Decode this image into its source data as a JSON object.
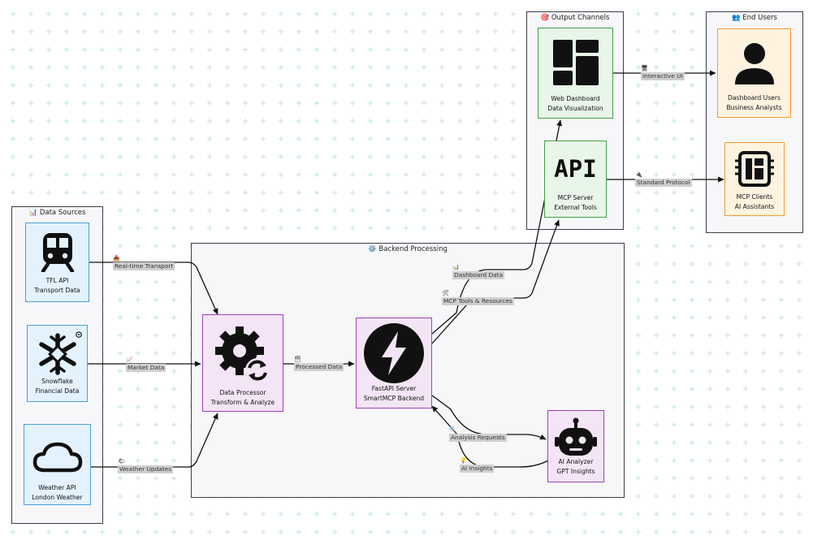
{
  "groups": {
    "data_sources": "📊 Data Sources",
    "backend": "⚙️ Backend Processing",
    "output": "🎯 Output Channels",
    "end_users": "👥 End Users"
  },
  "nodes": {
    "tfl": {
      "line1": "TFL API",
      "line2": "Transport Data",
      "icon": "train-icon"
    },
    "snowflake": {
      "line1": "Snowflake",
      "line2": "Financial Data",
      "icon": "snowflake-icon"
    },
    "weather": {
      "line1": "Weather API",
      "line2": "London Weather",
      "icon": "cloud-icon"
    },
    "processor": {
      "line1": "Data Processor",
      "line2": "Transform & Analyze",
      "icon": "gear-sync-icon"
    },
    "fastapi": {
      "line1": "FastAPI Server",
      "line2": "SmartMCP Backend",
      "icon": "lightning-icon"
    },
    "ai": {
      "line1": "AI Analyzer",
      "line2": "GPT Insights",
      "icon": "robot-icon"
    },
    "dashboard": {
      "line1": "Web Dashboard",
      "line2": "Data Visualization",
      "icon": "dashboard-icon"
    },
    "mcp_server": {
      "line1": "MCP Server",
      "line2": "External Tools",
      "icon": "api-icon",
      "icon_text": "API"
    },
    "users": {
      "line1": "Dashboard Users",
      "line2": "Business Analysts",
      "icon": "user-icon"
    },
    "mcp_clients": {
      "line1": "MCP Clients",
      "line2": "AI Assistants",
      "icon": "chip-icon"
    }
  },
  "edges": {
    "realtime": {
      "icon": "📥",
      "text": "Real-time Transport"
    },
    "market": {
      "icon": "📈",
      "text": "Market Data"
    },
    "weather": {
      "icon": "🌤",
      "text": "Weather Updates"
    },
    "processed": {
      "icon": "🗃",
      "text": "Processed Data"
    },
    "dashboard_data": {
      "icon": "📊",
      "text": "Dashboard Data"
    },
    "mcp_tools": {
      "icon": "🛠",
      "text": "MCP Tools & Resources"
    },
    "analysis": {
      "icon": "🔍",
      "text": "Analysis Requests"
    },
    "insights": {
      "icon": "💡",
      "text": "AI Insights"
    },
    "interactive": {
      "icon": "🖥",
      "text": "Interactive UI"
    },
    "standard": {
      "icon": "🔌",
      "text": "Standard Protocol"
    }
  },
  "colors": {
    "source": "#4a9fd8",
    "processing": "#9c3fbf",
    "output": "#43a047",
    "users": "#f59b2b",
    "background_plus": "#c8e8dc"
  }
}
